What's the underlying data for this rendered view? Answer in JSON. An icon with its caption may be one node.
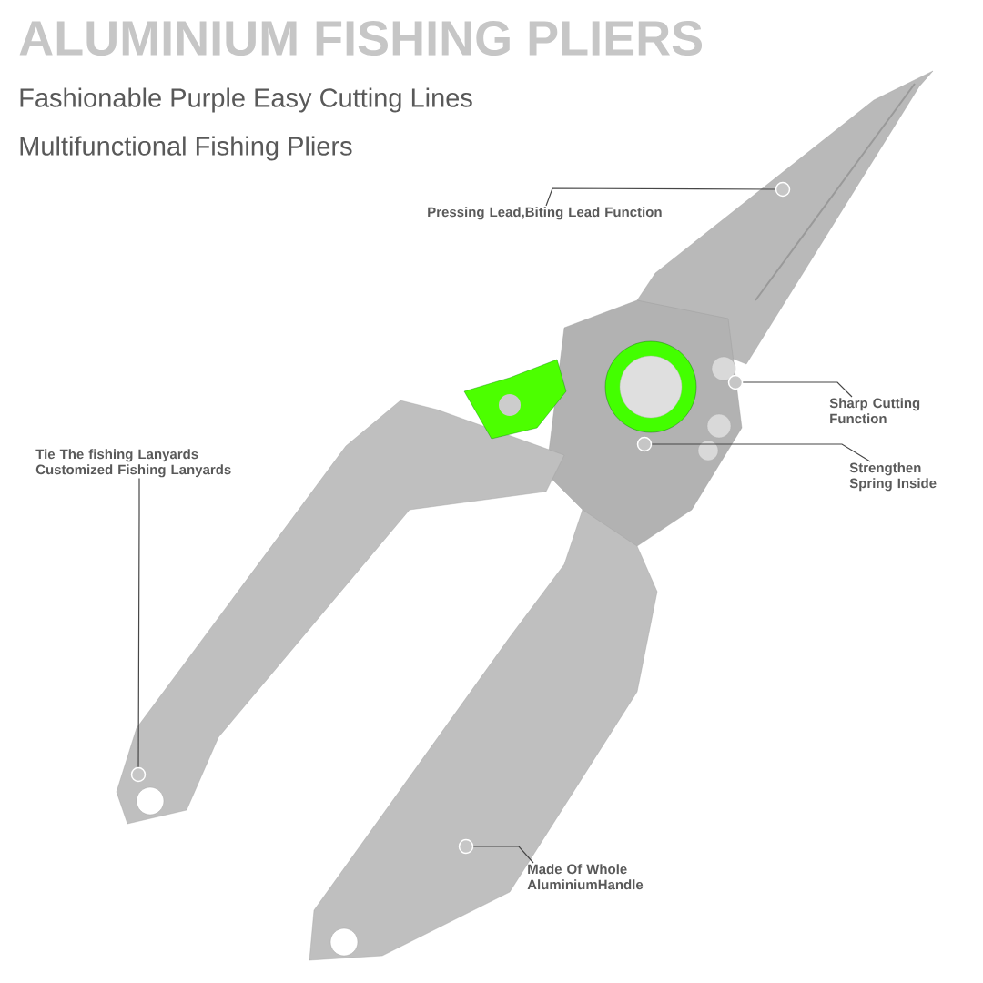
{
  "diagram": {
    "title": "ALUMINIUM FISHING PLIERS",
    "labels": [
      "Fashionable Purple Easy Cutting Lines",
      "Multifunctional Fishing Pliers"
    ],
    "nodes": [
      {
        "text": [
          "Pressing Lead,Biting Lead Function"
        ]
      },
      {
        "text": [
          "Sharp Cutting Function"
        ]
      },
      {
        "text": [
          "Tie The fishing Lanyards",
          "Customized Fishing Lanyards"
        ]
      },
      {
        "text": [
          "Strengthen Spring Inside"
        ]
      },
      {
        "text": [
          "Made Of Whole AluminiumHandle"
        ]
      },
      {
        "text": [],
        "shape": "circle"
      },
      {
        "text": [],
        "shape": "circle"
      },
      {
        "text": [],
        "shape": "circle"
      },
      {
        "text": [],
        "shape": "circle"
      },
      {
        "text": [],
        "shape": "circle"
      }
    ],
    "edges": [
      {
        "from": 0,
        "to": 5,
        "arrow": "none"
      },
      {
        "from": 1,
        "to": 6,
        "arrow": "none"
      },
      {
        "from": 2,
        "to": 8,
        "arrow": "none"
      },
      {
        "from": 3,
        "to": 7,
        "arrow": "none"
      },
      {
        "from": 4,
        "to": 9,
        "arrow": "none"
      }
    ]
  }
}
